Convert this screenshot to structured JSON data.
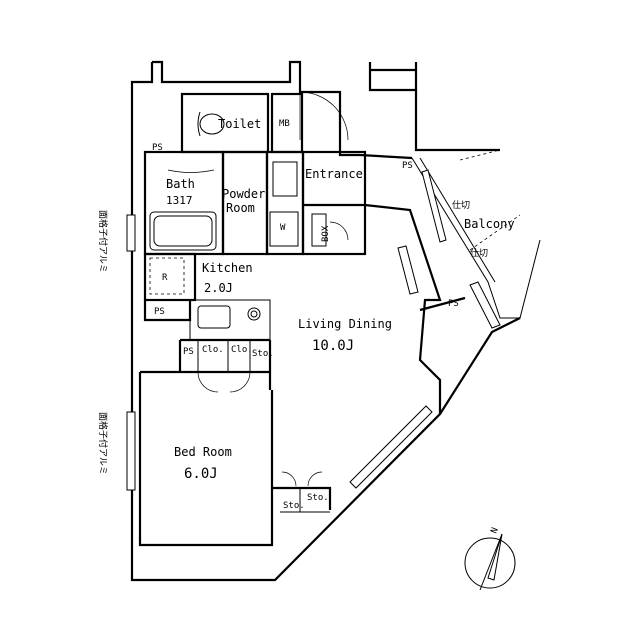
{
  "rooms": {
    "toilet": "Toilet",
    "mb": "MB",
    "bath": "Bath",
    "bath_size": "1317",
    "powder_room_1": "Powder",
    "powder_room_2": "Room",
    "entrance": "Entrance",
    "balcony": "Balcony",
    "kitchen": "Kitchen",
    "kitchen_size": "2.0J",
    "living_dining": "Living Dining",
    "living_dining_size": "10.0J",
    "bed_room": "Bed Room",
    "bed_room_size": "6.0J",
    "washer": "W",
    "refrigerator": "R",
    "shoe_box": "BOX"
  },
  "storage": {
    "ps": "PS",
    "clo": "Clo.",
    "sto": "Sto."
  },
  "balcony_notes": {
    "partition_1": "仕切",
    "partition_2": "仕切"
  },
  "side_notes": {
    "upper": "面格子付アルミ",
    "lower": "面格子付アルミ"
  },
  "compass": {
    "north_label": "N"
  }
}
